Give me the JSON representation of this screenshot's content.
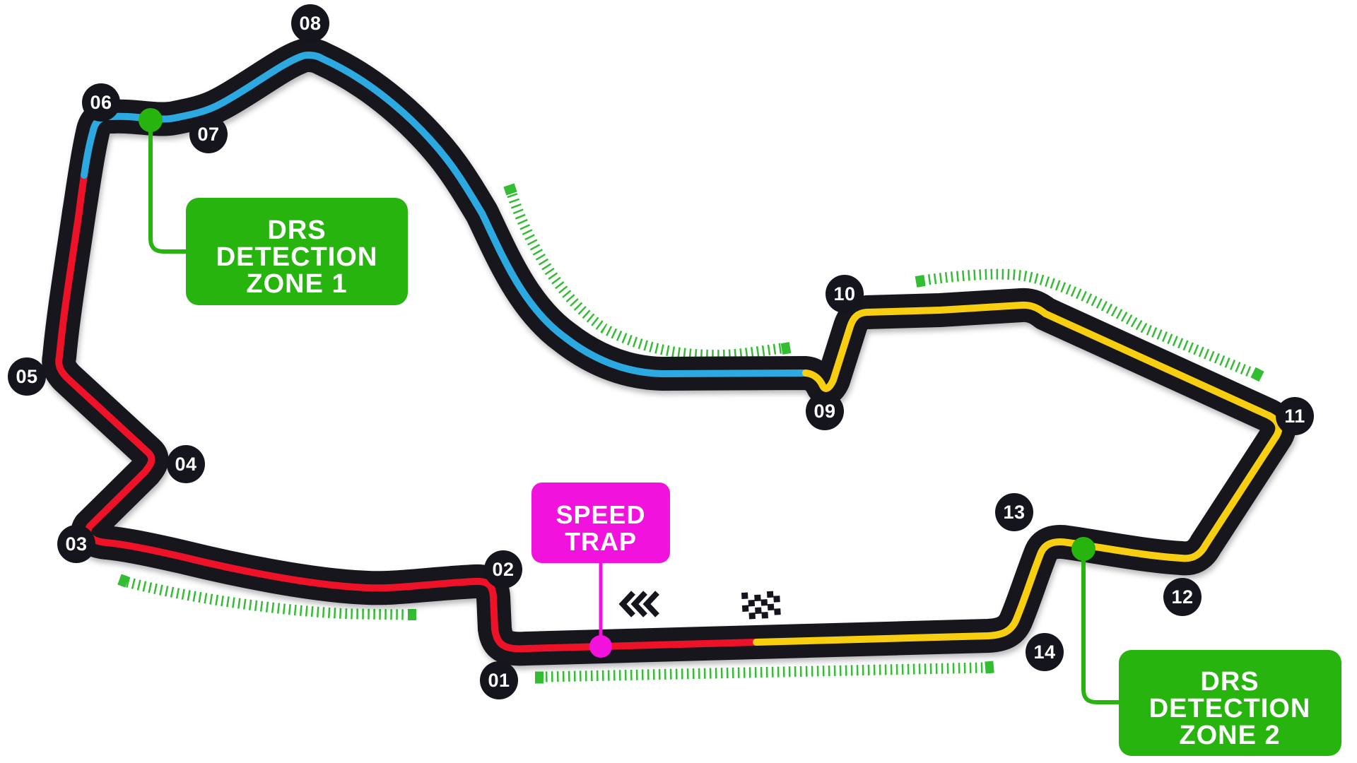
{
  "map_name": "race-circuit-map",
  "colors": {
    "background": "#ffffff",
    "track": "#15151e",
    "sector1_red": "#ee1228",
    "sector2_blue": "#2ca9e1",
    "sector3_yellow": "#f8ce10",
    "label_green": "#27b40e",
    "dash_green": "#33bd33",
    "magenta": "#f112dd",
    "marker_text": "#ffffff"
  },
  "turns": [
    {
      "label": "01"
    },
    {
      "label": "02"
    },
    {
      "label": "03"
    },
    {
      "label": "04"
    },
    {
      "label": "05"
    },
    {
      "label": "06"
    },
    {
      "label": "07"
    },
    {
      "label": "08"
    },
    {
      "label": "09"
    },
    {
      "label": "10"
    },
    {
      "label": "11"
    },
    {
      "label": "12"
    },
    {
      "label": "13"
    },
    {
      "label": "14"
    }
  ],
  "labels": {
    "drs_zone_1": {
      "lines": [
        "DRS",
        "DETECTION",
        "ZONE 1"
      ]
    },
    "drs_zone_2": {
      "lines": [
        "DRS",
        "DETECTION",
        "ZONE 2"
      ]
    },
    "speed_trap": {
      "lines": [
        "SPEED",
        "TRAP"
      ]
    }
  },
  "icons": {
    "finish_flag": "checkered-flag",
    "direction_arrows": "triple-left-chevrons",
    "drs_detection_points": "green-dot",
    "speed_trap_point": "magenta-dot"
  }
}
